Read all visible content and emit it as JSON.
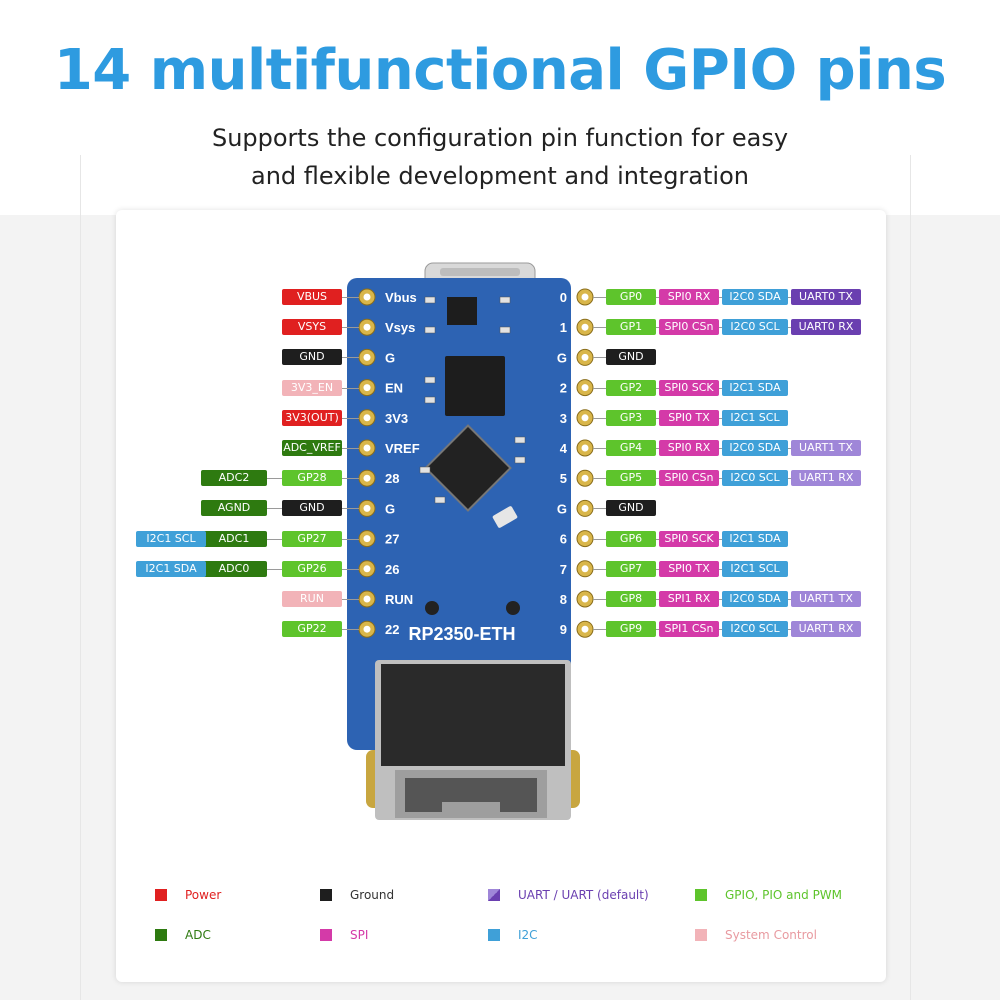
{
  "title": "14 multifunctional GPIO pins",
  "subtitle_line1": "Supports the configuration pin function for easy",
  "subtitle_line2": "and flexible development and integration",
  "board_name": "RP2350-ETH",
  "colors": {
    "power": "#e02020",
    "ground": "#1e1e1e",
    "uart": "#6a3fb0",
    "uart_default": "#9f86d8",
    "gpio": "#5ec42c",
    "adc": "#2e7a10",
    "spi": "#d43aa8",
    "i2c": "#3fa0d8",
    "system": "#f2b3b8",
    "pcb": "#2d63b3"
  },
  "left_pins": [
    {
      "silk": "Vbus",
      "tags": [
        {
          "text": "VBUS",
          "kind": "power"
        }
      ]
    },
    {
      "silk": "Vsys",
      "tags": [
        {
          "text": "VSYS",
          "kind": "power"
        }
      ]
    },
    {
      "silk": "G",
      "tags": [
        {
          "text": "GND",
          "kind": "ground"
        }
      ]
    },
    {
      "silk": "EN",
      "tags": [
        {
          "text": "3V3_EN",
          "kind": "system"
        }
      ]
    },
    {
      "silk": "3V3",
      "tags": [
        {
          "text": "3V3(OUT)",
          "kind": "power"
        }
      ]
    },
    {
      "silk": "VREF",
      "tags": [
        {
          "text": "ADC_VREF",
          "kind": "adc"
        }
      ]
    },
    {
      "silk": "28",
      "tags": [
        {
          "text": "GP28",
          "kind": "gpio"
        },
        {
          "text": "ADC2",
          "kind": "adc"
        }
      ]
    },
    {
      "silk": "G",
      "tags": [
        {
          "text": "GND",
          "kind": "ground"
        },
        {
          "text": "AGND",
          "kind": "adc"
        }
      ]
    },
    {
      "silk": "27",
      "tags": [
        {
          "text": "GP27",
          "kind": "gpio"
        },
        {
          "text": "ADC1",
          "kind": "adc"
        },
        {
          "text": "I2C1 SCL",
          "kind": "i2c"
        }
      ]
    },
    {
      "silk": "26",
      "tags": [
        {
          "text": "GP26",
          "kind": "gpio"
        },
        {
          "text": "ADC0",
          "kind": "adc"
        },
        {
          "text": "I2C1 SDA",
          "kind": "i2c"
        }
      ]
    },
    {
      "silk": "RUN",
      "tags": [
        {
          "text": "RUN",
          "kind": "system"
        }
      ]
    },
    {
      "silk": "22",
      "tags": [
        {
          "text": "GP22",
          "kind": "gpio"
        }
      ]
    }
  ],
  "right_pins": [
    {
      "silk": "0",
      "tags": [
        {
          "text": "GP0",
          "kind": "gpio"
        },
        {
          "text": "SPI0 RX",
          "kind": "spi"
        },
        {
          "text": "I2C0 SDA",
          "kind": "i2c"
        },
        {
          "text": "UART0 TX",
          "kind": "uart"
        }
      ]
    },
    {
      "silk": "1",
      "tags": [
        {
          "text": "GP1",
          "kind": "gpio"
        },
        {
          "text": "SPI0 CSn",
          "kind": "spi"
        },
        {
          "text": "I2C0 SCL",
          "kind": "i2c"
        },
        {
          "text": "UART0 RX",
          "kind": "uart"
        }
      ]
    },
    {
      "silk": "G",
      "tags": [
        {
          "text": "GND",
          "kind": "ground"
        }
      ]
    },
    {
      "silk": "2",
      "tags": [
        {
          "text": "GP2",
          "kind": "gpio"
        },
        {
          "text": "SPI0 SCK",
          "kind": "spi"
        },
        {
          "text": "I2C1 SDA",
          "kind": "i2c"
        }
      ]
    },
    {
      "silk": "3",
      "tags": [
        {
          "text": "GP3",
          "kind": "gpio"
        },
        {
          "text": "SPI0 TX",
          "kind": "spi"
        },
        {
          "text": "I2C1 SCL",
          "kind": "i2c"
        }
      ]
    },
    {
      "silk": "4",
      "tags": [
        {
          "text": "GP4",
          "kind": "gpio"
        },
        {
          "text": "SPI0 RX",
          "kind": "spi"
        },
        {
          "text": "I2C0 SDA",
          "kind": "i2c"
        },
        {
          "text": "UART1 TX",
          "kind": "uart_default"
        }
      ]
    },
    {
      "silk": "5",
      "tags": [
        {
          "text": "GP5",
          "kind": "gpio"
        },
        {
          "text": "SPI0 CSn",
          "kind": "spi"
        },
        {
          "text": "I2C0 SCL",
          "kind": "i2c"
        },
        {
          "text": "UART1 RX",
          "kind": "uart_default"
        }
      ]
    },
    {
      "silk": "G",
      "tags": [
        {
          "text": "GND",
          "kind": "ground"
        }
      ]
    },
    {
      "silk": "6",
      "tags": [
        {
          "text": "GP6",
          "kind": "gpio"
        },
        {
          "text": "SPI0 SCK",
          "kind": "spi"
        },
        {
          "text": "I2C1 SDA",
          "kind": "i2c"
        }
      ]
    },
    {
      "silk": "7",
      "tags": [
        {
          "text": "GP7",
          "kind": "gpio"
        },
        {
          "text": "SPI0 TX",
          "kind": "spi"
        },
        {
          "text": "I2C1 SCL",
          "kind": "i2c"
        }
      ]
    },
    {
      "silk": "8",
      "tags": [
        {
          "text": "GP8",
          "kind": "gpio"
        },
        {
          "text": "SPI1 RX",
          "kind": "spi"
        },
        {
          "text": "I2C0 SDA",
          "kind": "i2c"
        },
        {
          "text": "UART1 TX",
          "kind": "uart_default"
        }
      ]
    },
    {
      "silk": "9",
      "tags": [
        {
          "text": "GP9",
          "kind": "gpio"
        },
        {
          "text": "SPI1 CSn",
          "kind": "spi"
        },
        {
          "text": "I2C0 SCL",
          "kind": "i2c"
        },
        {
          "text": "UART1 RX",
          "kind": "uart_default"
        }
      ]
    }
  ],
  "legend": [
    {
      "label": "Power",
      "kind": "power"
    },
    {
      "label": "Ground",
      "kind": "ground"
    },
    {
      "label": "UART / UART (default)",
      "kind": "uart"
    },
    {
      "label": "GPIO, PIO and PWM",
      "kind": "gpio"
    },
    {
      "label": "ADC",
      "kind": "adc"
    },
    {
      "label": "SPI",
      "kind": "spi"
    },
    {
      "label": "I2C",
      "kind": "i2c"
    },
    {
      "label": "System Control",
      "kind": "system"
    }
  ]
}
